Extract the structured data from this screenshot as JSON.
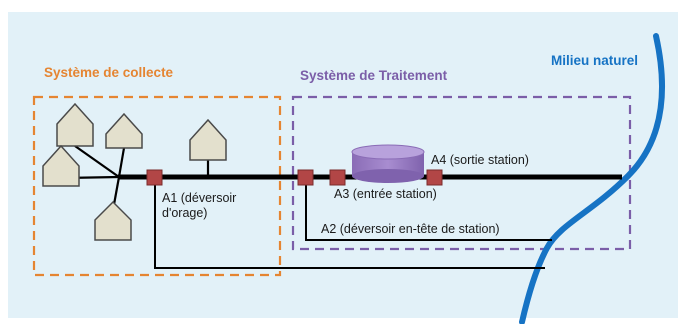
{
  "colors": {
    "background": "#e2f1f8",
    "collecte": "#e58532",
    "traitement": "#7b5ea8",
    "milieu": "#1673c4",
    "pipe": "#000000",
    "point": "#b24646",
    "house_fill": "#e3e0cd",
    "tank": "#9f83c8"
  },
  "titles": {
    "collecte": "Système de collecte",
    "traitement": "Système de Traitement",
    "milieu": "Milieu naturel"
  },
  "points": {
    "A1_line1": "A1 (déversoir",
    "A1_line2": "d'orage)",
    "A2": "A2 (déversoir en-tête de station)",
    "A3": "A3 (entrée station)",
    "A4": "A4 (sortie station)"
  },
  "icons": {
    "house": "house-icon",
    "tank": "treatment-tank-icon",
    "measurement_point": "measurement-point-icon"
  }
}
